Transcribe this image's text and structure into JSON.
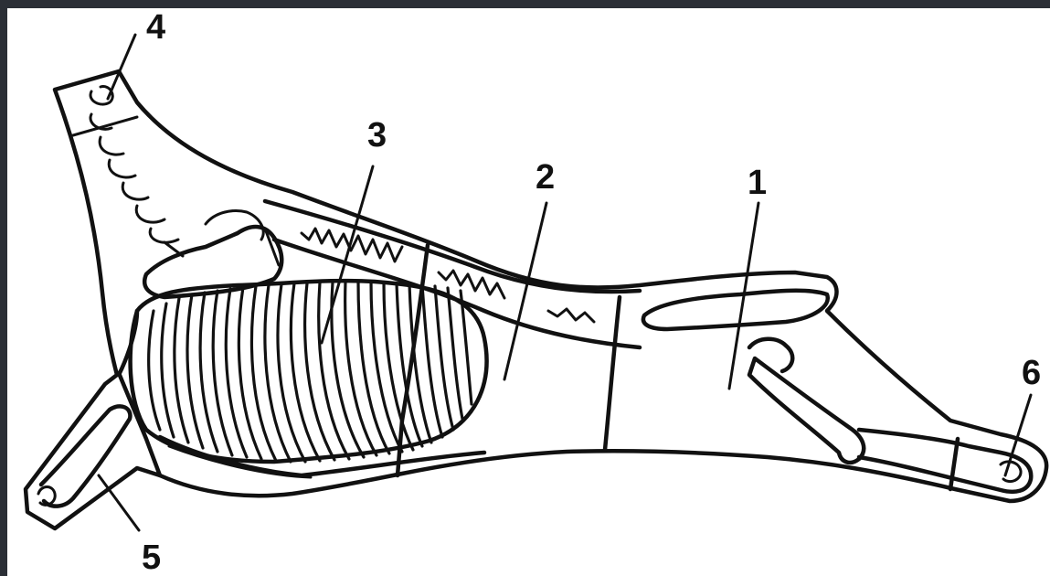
{
  "diagram": {
    "labels": [
      {
        "id": "1",
        "text": "1"
      },
      {
        "id": "2",
        "text": "2"
      },
      {
        "id": "3",
        "text": "3"
      },
      {
        "id": "4",
        "text": "4"
      },
      {
        "id": "5",
        "text": "5"
      },
      {
        "id": "6",
        "text": "6"
      }
    ]
  }
}
